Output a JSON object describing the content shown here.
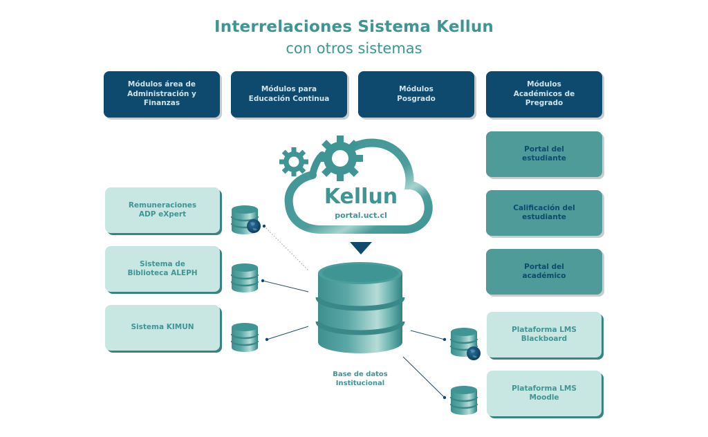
{
  "header": {
    "title": "Interrelaciones Sistema Kellun",
    "subtitle": "con otros sistemas"
  },
  "top_modules": [
    {
      "label": "Módulos área de\nAdministración y\nFinanzas"
    },
    {
      "label": "Módulos para\nEducación Continua"
    },
    {
      "label": "Módulos\nPosgrado"
    },
    {
      "label": "Módulos\nAcadémicos de\nPregrado"
    }
  ],
  "kellun": {
    "name": "Kellun",
    "url": "portal.uct.cl",
    "icon": "cloud-with-gears-icon"
  },
  "central_db": {
    "label": "Base de datos\nInstitucional",
    "icon": "database-icon"
  },
  "left_systems": [
    {
      "label": "Remuneraciones\nADP eXpert",
      "db_icon": "database-globe-icon",
      "connection": "dotted"
    },
    {
      "label": "Sistema de\nBiblioteca ALEPH",
      "db_icon": "database-icon",
      "connection": "solid"
    },
    {
      "label": "Sistema KIMUN",
      "db_icon": "database-icon",
      "connection": "solid"
    }
  ],
  "pregrado_modules": [
    {
      "label": "Portal del\nestudiante"
    },
    {
      "label": "Calificación del\nestudiante"
    },
    {
      "label": "Portal del\nacadémico"
    }
  ],
  "right_systems": [
    {
      "label": "Plataforma LMS\nBlackboard",
      "db_icon": "database-globe-icon",
      "connection": "solid"
    },
    {
      "label": "Plataforma LMS\nMoodle",
      "db_icon": "database-icon",
      "connection": "solid"
    }
  ],
  "colors": {
    "teal_text": "#3f9494",
    "navy": "#0d4a6e",
    "teal_box": "#4e9b9a",
    "light_box": "#c9e7e2"
  }
}
